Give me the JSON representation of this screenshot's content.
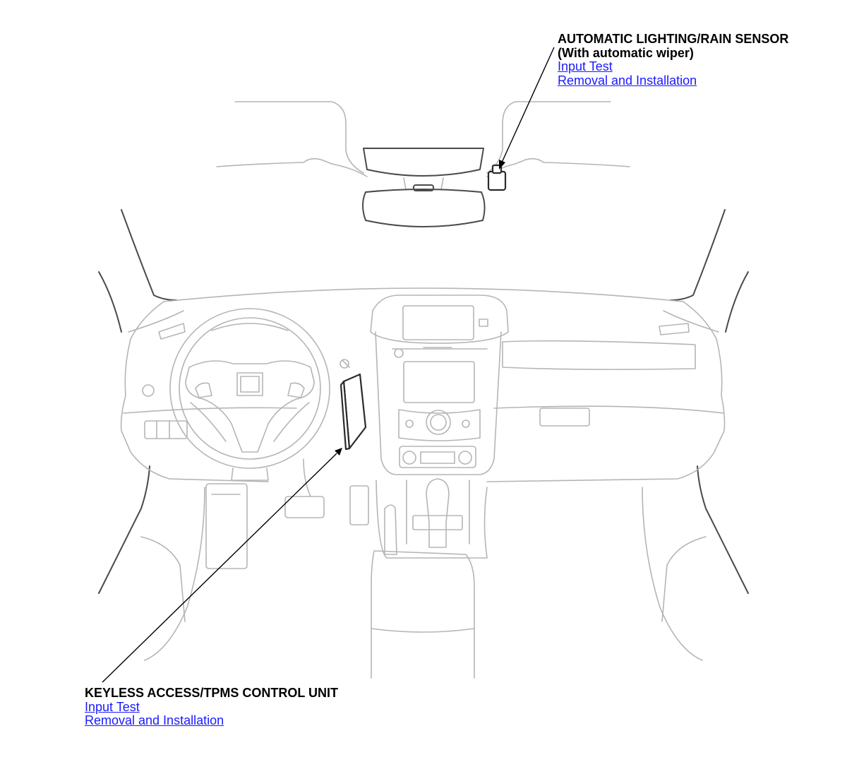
{
  "callouts": {
    "sensor": {
      "title": "AUTOMATIC LIGHTING/RAIN SENSOR",
      "subtitle": "(With automatic wiper)",
      "links": [
        "Input Test",
        "Removal and Installation"
      ]
    },
    "keyless": {
      "title": "KEYLESS ACCESS/TPMS CONTROL UNIT",
      "links": [
        "Input Test",
        "Removal and Installation"
      ]
    }
  },
  "colors": {
    "link": "#1a1aff",
    "outline": "#b5b5b5",
    "highlight": "#2b2b2b"
  }
}
